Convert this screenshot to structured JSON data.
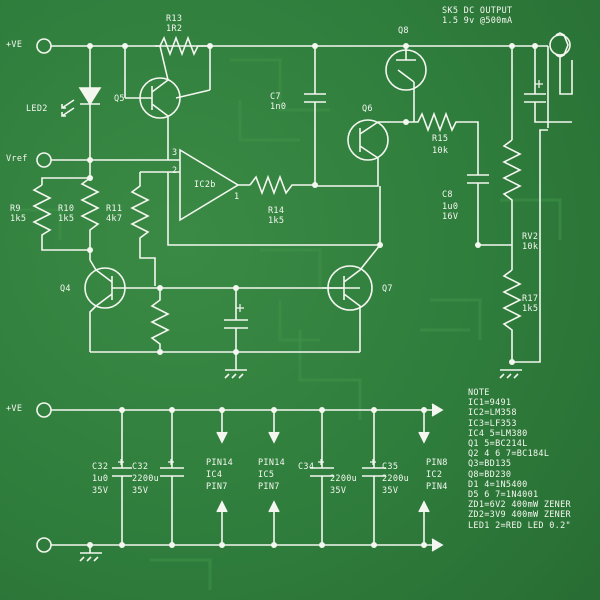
{
  "header": {
    "title": "SK5 DC OUTPUT",
    "spec": "1.5 9v @500mA"
  },
  "terminals": {
    "pos_ve": "+VE",
    "vref": "Vref",
    "pos_ve_2": "+VE"
  },
  "components": {
    "led2": "LED2",
    "r13": "R13",
    "r13_val": "1R2",
    "q5": "Q5",
    "q8": "Q8",
    "q6": "Q6",
    "q4": "Q4",
    "q7": "Q7",
    "c7": "C7",
    "c7_val": "1n0",
    "r15": "R15",
    "r15_val": "10k",
    "c8": "C8",
    "c8_val1": "1u0",
    "c8_val2": "16V",
    "ic2b": "IC2b",
    "pin3": "3",
    "pin2": "2",
    "pin1": "1",
    "r9": "R9",
    "r9_val": "1k5",
    "r10": "R10",
    "r10_val": "1k5",
    "r11": "R11",
    "r11_val": "4k7",
    "r14": "R14",
    "r14_val": "1k5",
    "rv2": "RV2",
    "rv2_val": "10k",
    "r17": "R17",
    "r17_val": "1k5",
    "c32a": "C32",
    "c32a_val1": "1u0",
    "c32a_val2": "35V",
    "c32b": "C32",
    "c32b_val1": "2200u",
    "c32b_val2": "35V",
    "pin14_ic4": [
      "PIN14",
      "IC4",
      "PIN7"
    ],
    "pin14_ic5": [
      "PIN14",
      "IC5",
      "PIN7"
    ],
    "c34": "C34",
    "c34_val1": "2200u",
    "c34_val2": "35V",
    "c35": "C35",
    "c35_val1": "2200u",
    "c35_val2": "35V",
    "pin8_ic2": [
      "PIN8",
      "IC2",
      "PIN4"
    ]
  },
  "note": [
    "NOTE",
    "IC1=9491",
    "IC2=LM358",
    "IC3=LF353",
    "IC4 5=LM380",
    "Q1 5=BC214L",
    "Q2 4 6 7=BC184L",
    "Q3=BD135",
    "Q8=BD230",
    "D1 4=1N5400",
    "D5 6 7=1N4001",
    "ZD1=6V2 400mW ZENER",
    "ZD2=3V9 400mW ZENER",
    "LED1 2=RED LED 0.2\""
  ]
}
